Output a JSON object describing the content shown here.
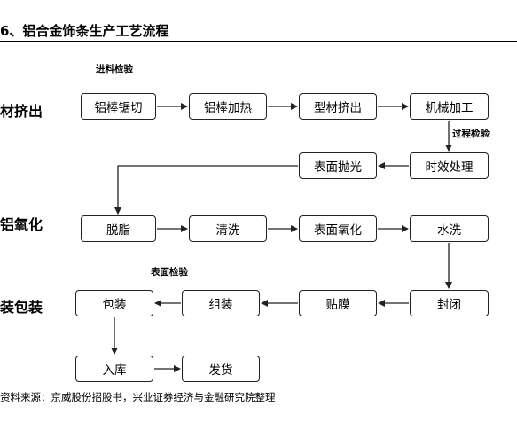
{
  "title": "6、铝合金饰条生产工艺流程",
  "stages": {
    "extrusion": "材挤出",
    "oxidation": "铝氧化",
    "packaging": "装包装"
  },
  "steps": {
    "saw": "铝棒锯切",
    "heat": "铝棒加热",
    "extrude": "型材挤出",
    "machine": "机械加工",
    "aging": "时效处理",
    "polish": "表面抛光",
    "degrease": "脱脂",
    "clean": "清洗",
    "oxidize": "表面氧化",
    "wash": "水洗",
    "seal": "封闭",
    "film": "贴膜",
    "assemble": "组装",
    "pack": "包装",
    "store": "入库",
    "ship": "发货"
  },
  "notes": {
    "incoming": "进料检验",
    "process": "过程检验",
    "surface": "表面检验"
  },
  "source": "资料来源：京威股份招股书，兴业证券经济与金融研究院整理"
}
